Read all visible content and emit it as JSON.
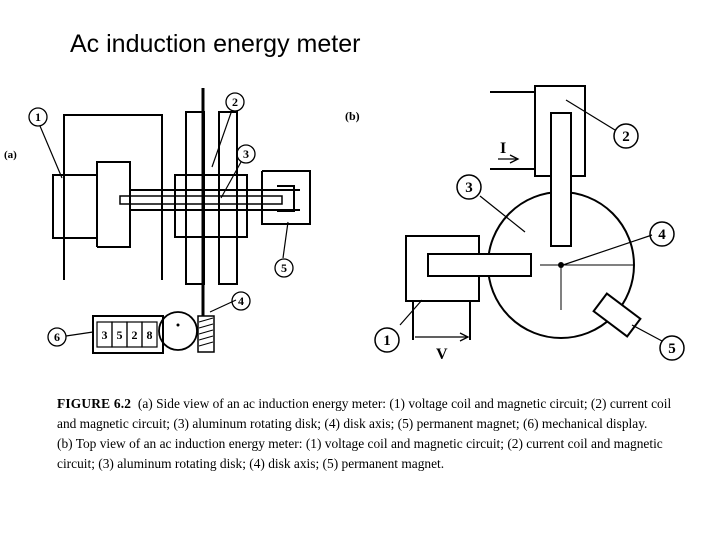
{
  "page": {
    "title": "Ac induction energy meter"
  },
  "diagram_a": {
    "panel_label": "(a)",
    "callouts": [
      "1",
      "2",
      "3",
      "4",
      "5",
      "6"
    ],
    "display_digits": [
      "3",
      "5",
      "2",
      "8"
    ]
  },
  "diagram_b": {
    "panel_label": "(b)",
    "callouts": [
      "1",
      "2",
      "3",
      "4",
      "5"
    ],
    "current_label": "I",
    "voltage_label": "V"
  },
  "caption": {
    "figure_label": "FIGURE 6.2",
    "lines": [
      "(a) Side view of an ac induction energy meter: (1) voltage coil and magnetic circuit; (2) current coil",
      "and magnetic circuit; (3) aluminum rotating disk; (4) disk axis; (5) permanent magnet; (6) mechanical display.",
      "(b) Top view of an ac induction energy meter: (1) voltage coil and magnetic circuit; (2) current coil and magnetic",
      "circuit; (3) aluminum rotating disk; (4) disk axis; (5) permanent magnet."
    ]
  }
}
